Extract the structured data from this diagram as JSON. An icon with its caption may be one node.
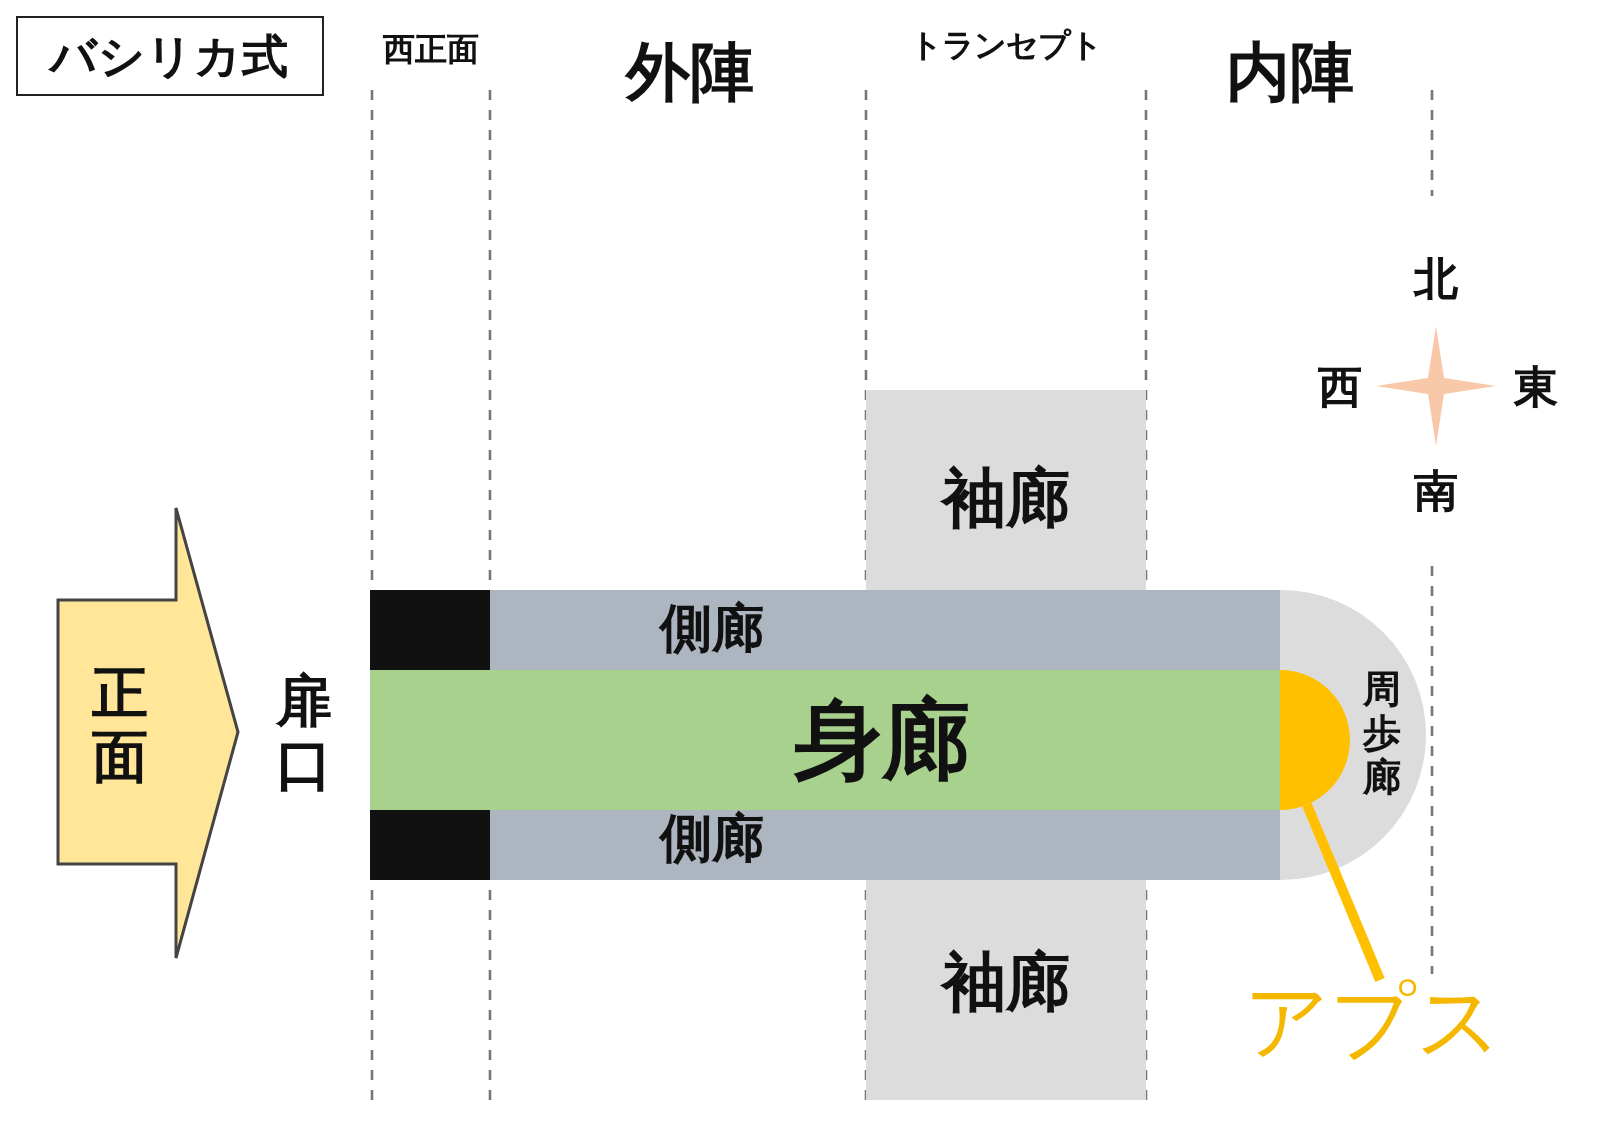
{
  "diagram": {
    "nodes": [
      {
        "text": [
          "バシリカ式"
        ]
      },
      {
        "text": [
          "正面"
        ]
      },
      {
        "text": [
          "側廊"
        ]
      },
      {
        "text": [],
        "shape": "box",
        "in": 2
      },
      {
        "text": [
          "身廊"
        ]
      },
      {
        "text": [
          "側廊"
        ]
      },
      {
        "text": [],
        "shape": "box",
        "in": 5
      },
      {
        "text": [
          "袖廊"
        ]
      },
      {
        "text": [
          "袖廊"
        ]
      },
      {
        "text": [
          "周歩廊"
        ]
      },
      {
        "text": [],
        "shape": "circle",
        "in": 9
      },
      {
        "text": [
          "アプス"
        ]
      }
    ],
    "edges": [
      {
        "from": 11,
        "to": 10,
        "arrow": "none"
      }
    ],
    "labels": [
      "西正面",
      "外陣",
      "トランセプト",
      "内陣",
      "北",
      "西",
      "東",
      "南",
      "扉口"
    ]
  }
}
